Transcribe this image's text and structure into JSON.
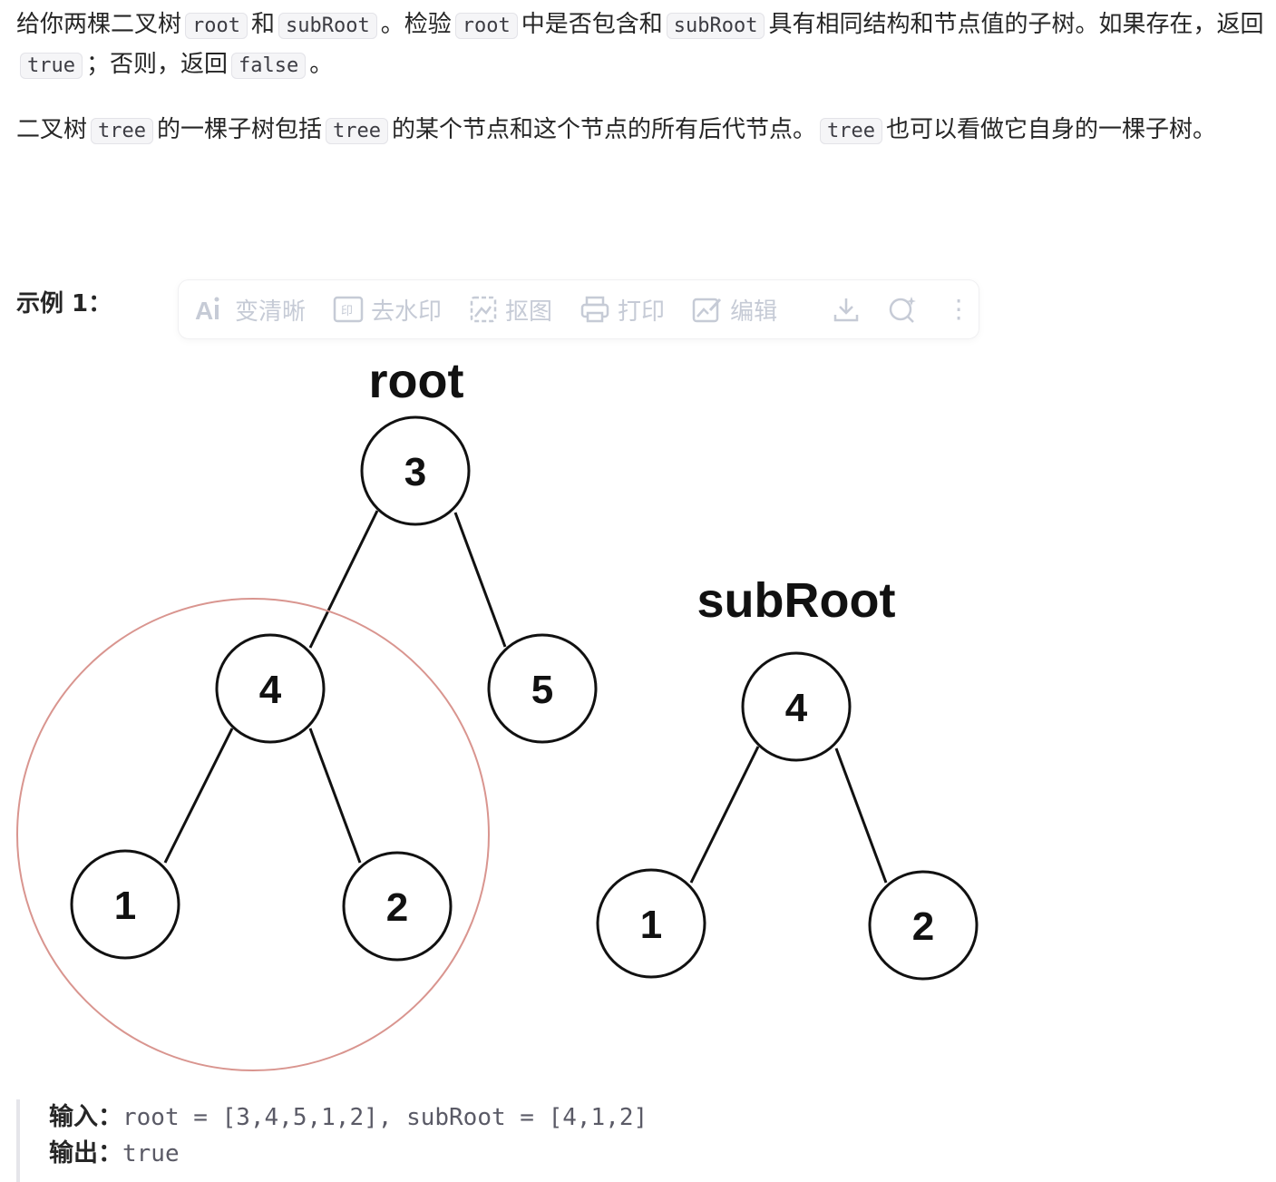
{
  "description": {
    "p1": [
      {
        "t": "text",
        "v": "给你两棵二叉树"
      },
      {
        "t": "code",
        "v": "root"
      },
      {
        "t": "text",
        "v": "和"
      },
      {
        "t": "code",
        "v": "subRoot"
      },
      {
        "t": "text",
        "v": "。检验"
      },
      {
        "t": "code",
        "v": "root"
      },
      {
        "t": "text",
        "v": "中是否包含和"
      },
      {
        "t": "code",
        "v": "subRoot"
      },
      {
        "t": "text",
        "v": "具有相同结构和节点值的子树。如果存在，返回"
      },
      {
        "t": "code",
        "v": "true"
      },
      {
        "t": "text",
        "v": "；否则，返回"
      },
      {
        "t": "code",
        "v": "false"
      },
      {
        "t": "text",
        "v": "。"
      }
    ],
    "p2": [
      {
        "t": "text",
        "v": "二叉树"
      },
      {
        "t": "code",
        "v": "tree"
      },
      {
        "t": "text",
        "v": "的一棵子树包括"
      },
      {
        "t": "code",
        "v": "tree"
      },
      {
        "t": "text",
        "v": "的某个节点和这个节点的所有后代节点。"
      },
      {
        "t": "code",
        "v": "tree"
      },
      {
        "t": "text",
        "v": "也可以看做它自身的一棵子树。"
      }
    ]
  },
  "example": {
    "title": "示例 1：",
    "input_label": "输入：",
    "input_value": "root = [3,4,5,1,2], subRoot = [4,1,2]",
    "output_label": "输出：",
    "output_value": "true"
  },
  "image_toolbar": {
    "enhance": "变清晰",
    "remove_watermark": "去水印",
    "cutout": "抠图",
    "print": "打印",
    "edit": "编辑"
  },
  "figure": {
    "root_label": "root",
    "subroot_label": "subRoot",
    "root_nodes": [
      "3",
      "4",
      "5",
      "1",
      "2"
    ],
    "subroot_nodes": [
      "4",
      "1",
      "2"
    ],
    "highlight_color": "#d9958f"
  }
}
